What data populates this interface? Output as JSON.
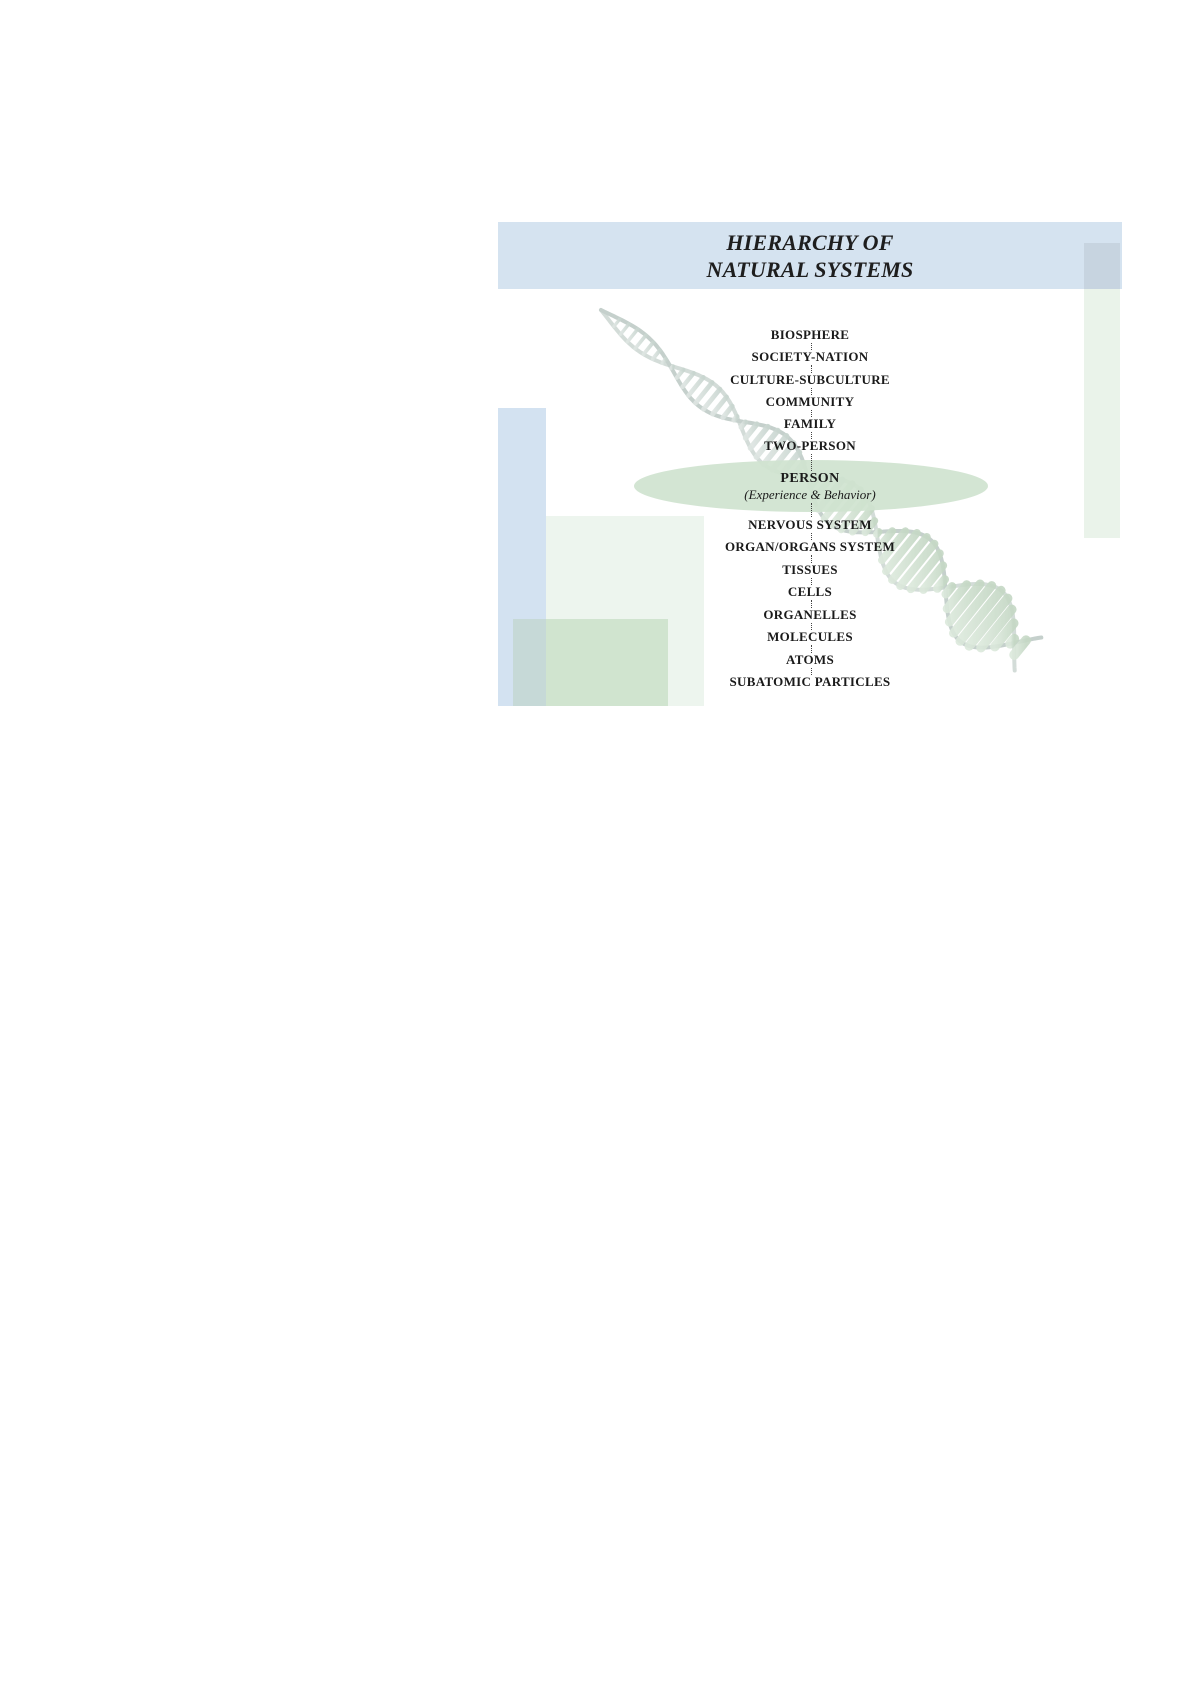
{
  "diagram": {
    "title_line1": "HIERARCHY OF",
    "title_line2": "NATURAL SYSTEMS",
    "levels_above": [
      "BIOSPHERE",
      "SOCIETY-NATION",
      "CULTURE-SUBCULTURE",
      "COMMUNITY",
      "FAMILY",
      "TWO-PERSON"
    ],
    "person": {
      "label": "PERSON",
      "sublabel": "(Experience  &  Behavior)"
    },
    "levels_below": [
      "NERVOUS SYSTEM",
      "ORGAN/ORGANS SYSTEM",
      "TISSUES",
      "CELLS",
      "ORGANELLES",
      "MOLECULES",
      "ATOMS",
      "SUBATOMIC PARTICLES"
    ],
    "colors": {
      "title_band": "#d5e3f0",
      "accent_blue": "#d3e2f1",
      "accent_green": "#d0e4cf",
      "pale_green": "#edf5ee",
      "ellipse": "#cfe3cf",
      "text": "#1a1a1a"
    },
    "icons": [
      "dna-helix-icon"
    ]
  }
}
